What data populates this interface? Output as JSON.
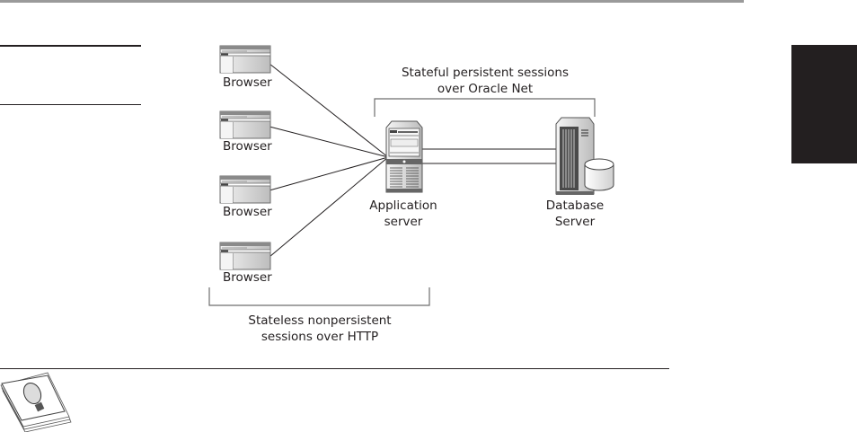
{
  "diagram": {
    "browsers": [
      {
        "label": "Browser"
      },
      {
        "label": "Browser"
      },
      {
        "label": "Browser"
      },
      {
        "label": "Browser"
      }
    ],
    "app_server": {
      "label_line1": "Application",
      "label_line2": "server"
    },
    "db_server": {
      "label_line1": "Database",
      "label_line2": "Server"
    },
    "stateful_caption": {
      "line1": "Stateful persistent sessions",
      "line2": "over Oracle Net"
    },
    "stateless_caption": {
      "line1": "Stateless nonpersistent",
      "line2": "sessions over HTTP"
    }
  },
  "note": {
    "icon": "lightbulb-note-icon"
  }
}
